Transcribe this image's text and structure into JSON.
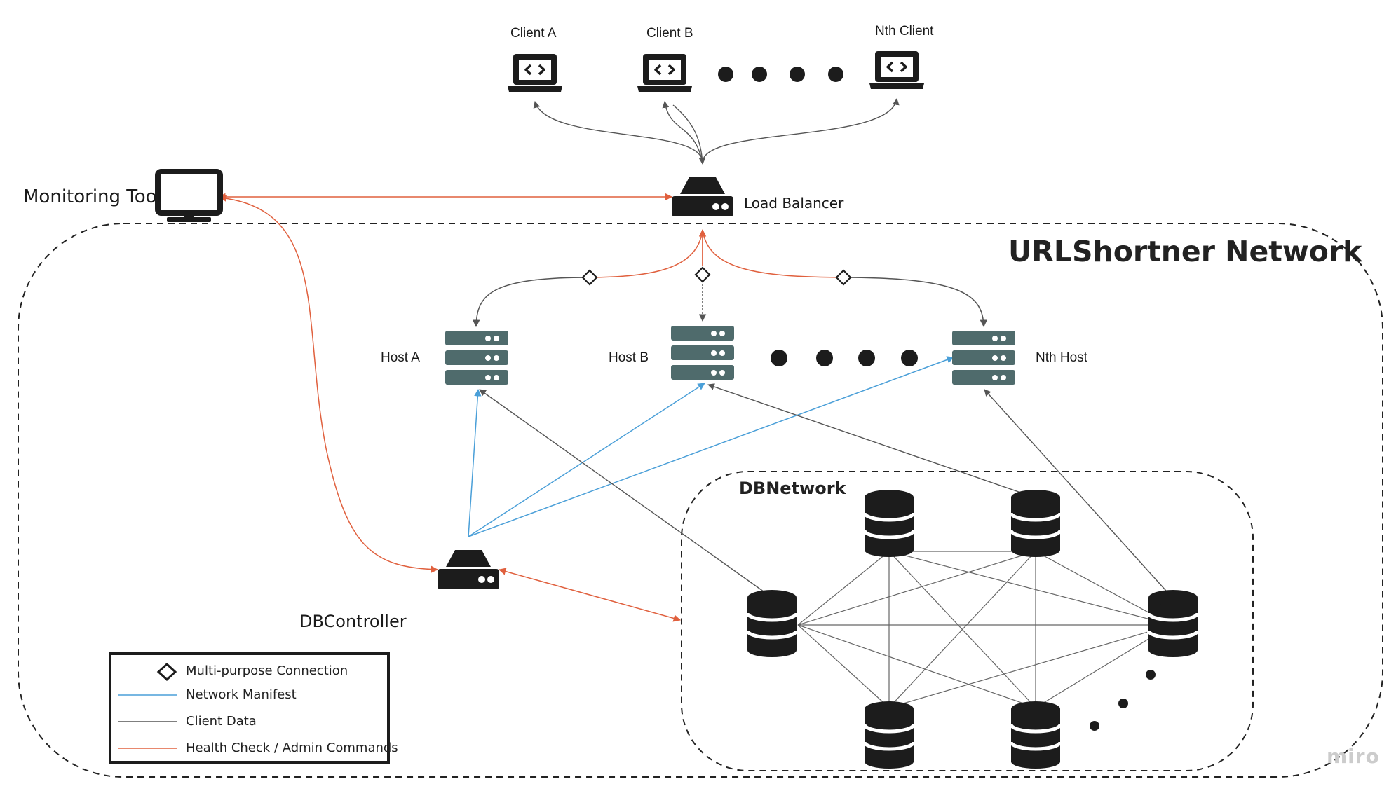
{
  "colors": {
    "network_manifest": "#4a9fd8",
    "client_data": "#555555",
    "health_check": "#e0603e",
    "host": "#4f6b6c",
    "icon": "#1c1c1c"
  },
  "clients": [
    {
      "label": "Client A",
      "icon": "laptop-code-icon"
    },
    {
      "label": "Client B",
      "icon": "laptop-code-icon"
    },
    {
      "label": "Nth Client",
      "icon": "laptop-code-icon"
    }
  ],
  "load_balancer": {
    "label": "Load Balancer",
    "icon": "server-box-icon"
  },
  "monitoring_tool": {
    "label": "Monitoring Tool",
    "icon": "monitor-icon"
  },
  "network": {
    "title": "URLShortner Network"
  },
  "hosts": [
    {
      "label": "Host A",
      "icon": "server-rack-icon"
    },
    {
      "label": "Host B",
      "icon": "server-rack-icon"
    },
    {
      "label": "Nth Host",
      "icon": "server-rack-icon"
    }
  ],
  "db_controller": {
    "label": "DBController",
    "icon": "server-box-icon"
  },
  "db_network": {
    "title": "DBNetwork",
    "node_icon": "database-icon"
  },
  "legend": {
    "items": [
      {
        "label": "Multi-purpose Connection",
        "marker": "diamond-icon"
      },
      {
        "label": "Network Manifest",
        "marker": "blue-line"
      },
      {
        "label": "Client Data",
        "marker": "gray-line"
      },
      {
        "label": "Health Check / Admin Commands",
        "marker": "orange-line"
      }
    ]
  },
  "watermark": "miro"
}
